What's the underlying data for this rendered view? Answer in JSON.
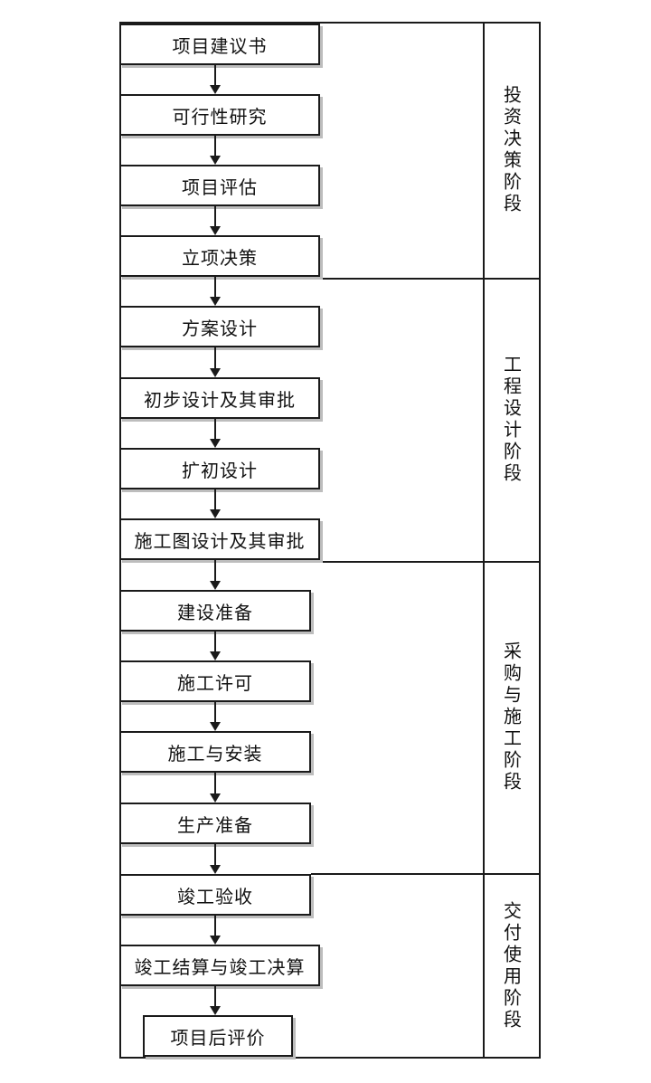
{
  "steps": [
    {
      "label": "项目建议书"
    },
    {
      "label": "可行性研究"
    },
    {
      "label": "项目评估"
    },
    {
      "label": "立项决策"
    },
    {
      "label": "方案设计"
    },
    {
      "label": "初步设计及其审批"
    },
    {
      "label": "扩初设计"
    },
    {
      "label": "施工图设计及其审批"
    },
    {
      "label": "建设准备"
    },
    {
      "label": "施工许可"
    },
    {
      "label": "施工与安装"
    },
    {
      "label": "生产准备"
    },
    {
      "label": "竣工验收"
    },
    {
      "label": "竣工结算与竣工决算"
    },
    {
      "label": "项目后评价"
    }
  ],
  "phases": [
    {
      "label": "投资决策阶段"
    },
    {
      "label": "工程设计阶段"
    },
    {
      "label": "采购与施工阶段"
    },
    {
      "label": "交付使用阶段"
    }
  ]
}
